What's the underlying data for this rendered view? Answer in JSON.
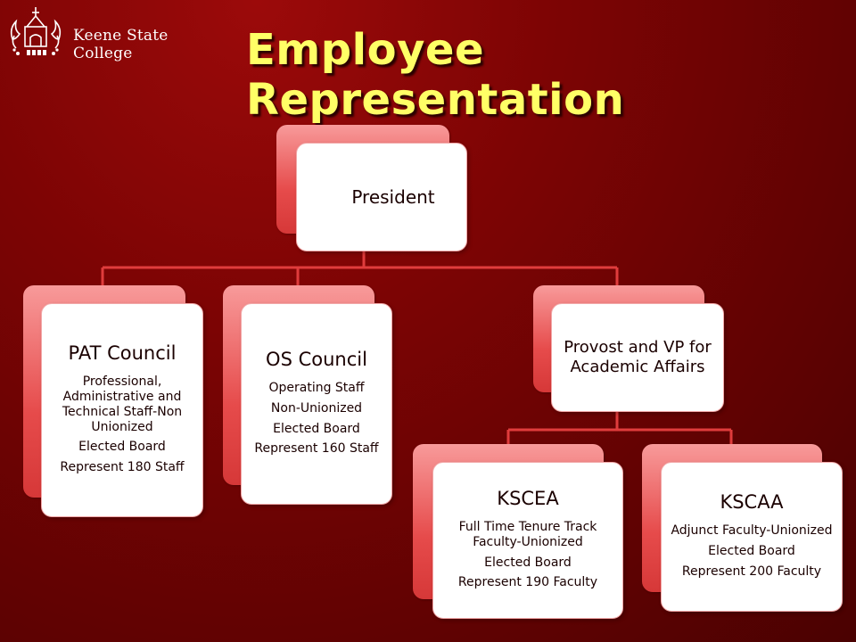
{
  "header": {
    "college_name": "Keene State College",
    "slide_title": "Employee Representation"
  },
  "org_chart": {
    "president": {
      "label": "President"
    },
    "pat_council": {
      "title": "PAT Council",
      "lines": [
        "Professional, Administrative and Technical Staff-Non Unionized",
        "Elected Board",
        "Represent 180 Staff"
      ]
    },
    "os_council": {
      "title": "OS Council",
      "lines": [
        "Operating Staff",
        "Non-Unionized",
        "Elected Board",
        "Represent 160 Staff"
      ]
    },
    "provost": {
      "title": "Provost and VP for Academic Affairs"
    },
    "kscea": {
      "title": "KSCEA",
      "lines": [
        "Full Time Tenure Track Faculty-Unionized",
        "Elected Board",
        "Represent 190 Faculty"
      ]
    },
    "kscaa": {
      "title": "KSCAA",
      "lines": [
        "Adjunct Faculty-Unionized",
        "Elected Board",
        "Represent 200 Faculty"
      ]
    }
  },
  "colors": {
    "background": "#7d0404",
    "title": "#ffff66",
    "connector": "#e03c3c",
    "card_back": "#e64b4b",
    "card_front": "#ffffff"
  },
  "icons": {
    "logo": "college-seal-icon"
  }
}
